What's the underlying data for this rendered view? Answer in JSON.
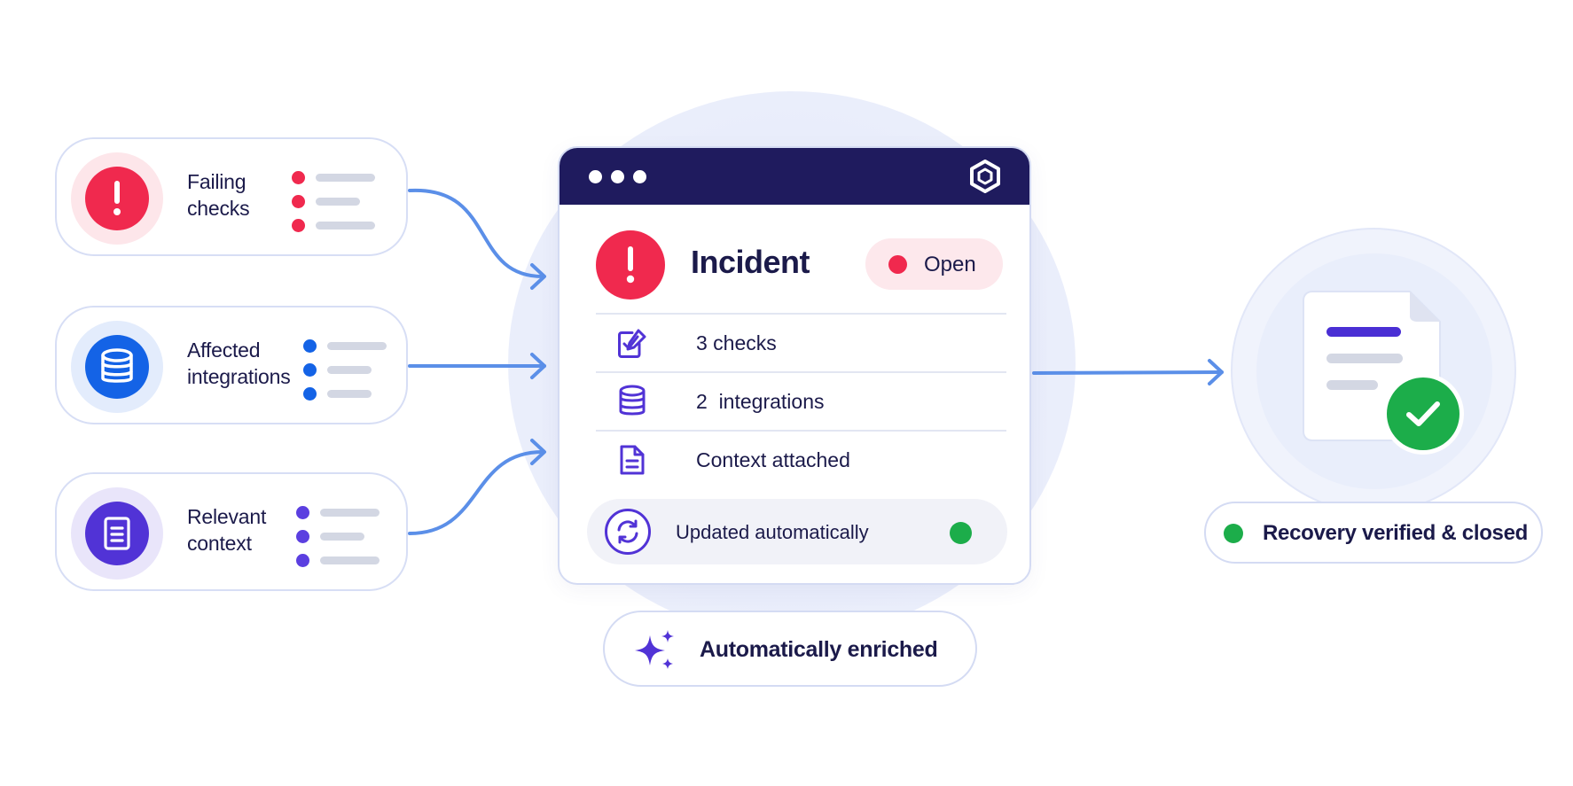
{
  "sources": [
    {
      "id": "failing-checks",
      "label_line1": "Failing",
      "label_line2": "checks",
      "icon": "exclamation-icon",
      "color": "#f0294e",
      "halo": "#fde6ea",
      "dot_color": "#f0294e"
    },
    {
      "id": "affected-integrations",
      "label_line1": "Affected",
      "label_line2": "integrations",
      "icon": "database-icon",
      "color": "#1463e6",
      "halo": "#e3ecfc",
      "dot_color": "#1463e6"
    },
    {
      "id": "relevant-context",
      "label_line1": "Relevant",
      "label_line2": "context",
      "icon": "document-icon",
      "color": "#5133d6",
      "halo": "#e9e5fa",
      "dot_color": "#5b3fe0"
    }
  ],
  "incident": {
    "title": "Incident",
    "status": "Open",
    "status_color": "#f0294e",
    "icon": "exclamation-icon",
    "window_icon": "hexagon-icon",
    "rows": [
      {
        "icon": "checklist-icon",
        "text": "3 checks"
      },
      {
        "icon": "database-icon",
        "text": "2  integrations"
      },
      {
        "icon": "document-icon",
        "text": "Context attached"
      }
    ],
    "auto_update": {
      "icon": "refresh-icon",
      "text": "Updated automatically",
      "status_color": "#1cad4a"
    }
  },
  "enriched": {
    "icon": "sparkle-icon",
    "text": "Automatically enriched"
  },
  "result": {
    "icon": "document-check-icon",
    "text": "Recovery verified & closed",
    "status_color": "#1cad4a"
  },
  "colors": {
    "navy": "#1f1b5e",
    "arrow": "#5b8fe8",
    "accent_purple": "#5133d6"
  }
}
